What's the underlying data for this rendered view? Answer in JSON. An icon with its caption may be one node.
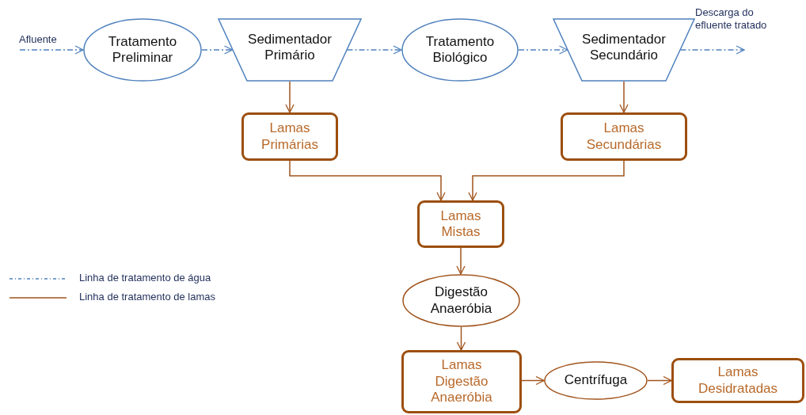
{
  "diagram": {
    "nodes": [
      {
        "text": [
          "Tratamento Preliminar"
        ]
      },
      {
        "text": [
          "Sedimentador Primário"
        ]
      },
      {
        "text": [
          "Tratamento Biológico"
        ]
      },
      {
        "text": [
          "Sedimentador Secundário"
        ]
      },
      {
        "text": [
          "Lamas Primárias"
        ]
      },
      {
        "text": [
          "Lamas Secundárias"
        ]
      },
      {
        "text": [
          "Lamas Mistas"
        ]
      },
      {
        "text": [
          "Digestão Anaeróbia"
        ]
      },
      {
        "text": [
          "Lamas Digestão Anaeróbia"
        ]
      },
      {
        "text": [
          "Centrífuga"
        ]
      },
      {
        "text": [
          "Lamas Desidratadas"
        ]
      }
    ],
    "edges": [
      {
        "from": null,
        "to": 0,
        "arrow": "to",
        "label": "Afluente",
        "style": "dashed",
        "color": "#4f81bd"
      },
      {
        "from": 0,
        "to": 1,
        "arrow": "to",
        "style": "dashed",
        "color": "#4f81bd"
      },
      {
        "from": 1,
        "to": 2,
        "arrow": "to",
        "style": "dashed",
        "color": "#4f81bd"
      },
      {
        "from": 2,
        "to": 3,
        "arrow": "to",
        "style": "dashed",
        "color": "#4f81bd"
      },
      {
        "from": 3,
        "to": null,
        "arrow": "to",
        "label": "Descarga do efluente tratado",
        "style": "dashed",
        "color": "#4f81bd"
      },
      {
        "from": 1,
        "to": 4,
        "arrow": "to"
      },
      {
        "from": 3,
        "to": 5,
        "arrow": "to"
      },
      {
        "from": 4,
        "to": 6,
        "arrow": "to"
      },
      {
        "from": 5,
        "to": 6,
        "arrow": "to"
      },
      {
        "from": 6,
        "to": 7,
        "arrow": "to"
      },
      {
        "from": 7,
        "to": 8,
        "arrow": "to"
      },
      {
        "from": 8,
        "to": 9,
        "arrow": "to"
      },
      {
        "from": 9,
        "to": 10,
        "arrow": "to"
      }
    ],
    "legend": [
      {
        "text": "Linha de tratamento de água"
      },
      {
        "text": "Linha de tratamento de lamas"
      }
    ]
  }
}
